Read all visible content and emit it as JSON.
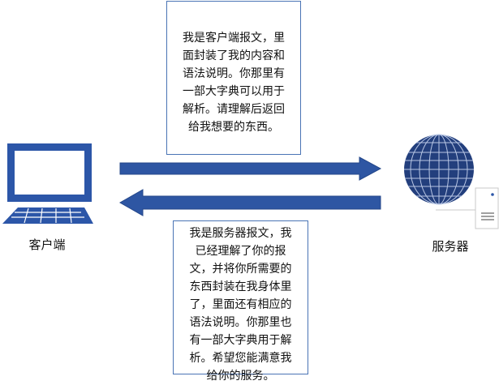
{
  "client": {
    "label": "客户端"
  },
  "server": {
    "label": "服务器"
  },
  "request_message": {
    "text": "我是客户端报文，里\n面封装了我的内容和\n语法说明。你那里有\n一部大字典可以用于\n解析。请理解后返回\n给我想要的东西。"
  },
  "response_message": {
    "text": "我是服务器报文，我\n已经理解了你的报\n文，并将你所需要的\n东西封装在我身体里\n了，里面还有相应的\n语法说明。你那里也\n有一部大字典用于解\n析。希望您能满意我\n给你的服务。"
  },
  "colors": {
    "arrow": "#2e56a3",
    "box_border": "#4a74b5",
    "monitor": "#2c56a8",
    "globe": "#233f7d"
  }
}
